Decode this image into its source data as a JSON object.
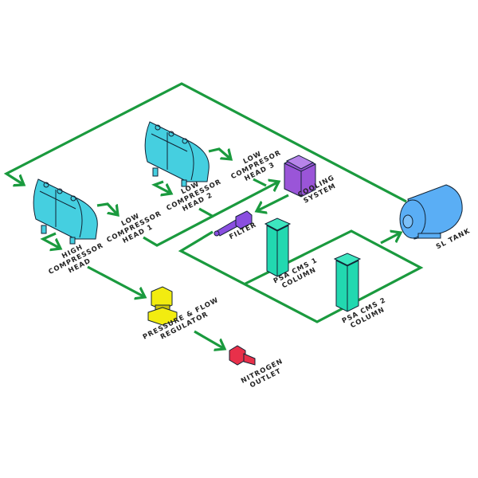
{
  "colors": {
    "pipe": "#1a9a3e",
    "compressor": "#45cfe0",
    "cooling": "#9a55d8",
    "filter": "#8a4fe0",
    "psa": "#22d8b0",
    "tank": "#5aaef5",
    "regulator": "#f2ec10",
    "outlet": "#e8304a"
  },
  "labels": {
    "high_head": [
      "HIGH",
      "COMPRESSOR",
      "HEAD"
    ],
    "low_head_1": [
      "LOW",
      "COMPRESSOR",
      "HEAD 1"
    ],
    "low_head_2": [
      "LOW",
      "COMPRESSOR",
      "HEAD 2"
    ],
    "low_head_3": [
      "LOW",
      "COMPRESOR",
      "HEAD 3"
    ],
    "cooling": [
      "COOLING",
      "SYSTEM"
    ],
    "filter": [
      "FILTER"
    ],
    "psa1": [
      "PSA CMS 1",
      "COLUMN"
    ],
    "psa2": [
      "PSA CMS 2",
      "COLUMN"
    ],
    "tank": [
      "SL TANK"
    ],
    "regulator": [
      "PRESSURE & FLOW",
      "REGULATOR"
    ],
    "outlet": [
      "NITROGEN",
      "OUTLET"
    ]
  }
}
